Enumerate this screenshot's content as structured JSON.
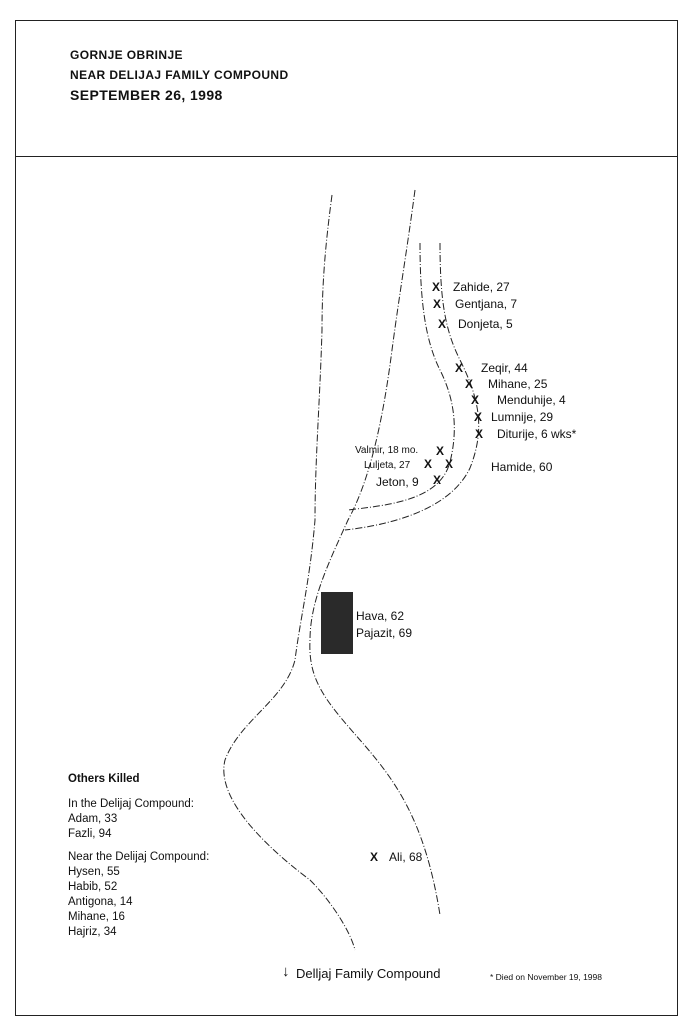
{
  "header": {
    "line1": "GORNJE OBRINJE",
    "line2": "NEAR DELIJAJ FAMILY COMPOUND",
    "line3": "SEPTEMBER 26, 1998"
  },
  "marker_symbol": "X",
  "victims": {
    "zahide": "Zahide, 27",
    "gentjana": "Gentjana, 7",
    "donjeta": "Donjeta, 5",
    "zeqir": "Zeqir, 44",
    "mihane": "Mihane, 25",
    "menduhije": "Menduhije, 4",
    "lumnije": "Lumnije, 29",
    "diturije": "Diturije, 6 wks*",
    "valmir": "Valmir, 18 mo.",
    "luljeta": "Luljeta, 27",
    "hamide": "Hamide, 60",
    "jeton": "Jeton, 9",
    "hava": "Hava, 62",
    "pajazit": "Pajazit, 69",
    "ali": "Ali, 68"
  },
  "others": {
    "title": "Others Killed",
    "in_compound_title": "In the Delijaj Compound:",
    "in_compound": [
      "Adam, 33",
      "Fazli, 94"
    ],
    "near_compound_title": "Near the Delijaj Compound:",
    "near_compound": [
      "Hysen, 55",
      "Habib, 52",
      "Antigona, 14",
      "Mihane, 16",
      "Hajriz, 34"
    ]
  },
  "footer": {
    "arrow": "↓",
    "compound_label": "Delljaj Family Compound",
    "note": "* Died on November 19, 1998"
  },
  "colors": {
    "ink": "#111111",
    "house": "#2a2a2a"
  }
}
